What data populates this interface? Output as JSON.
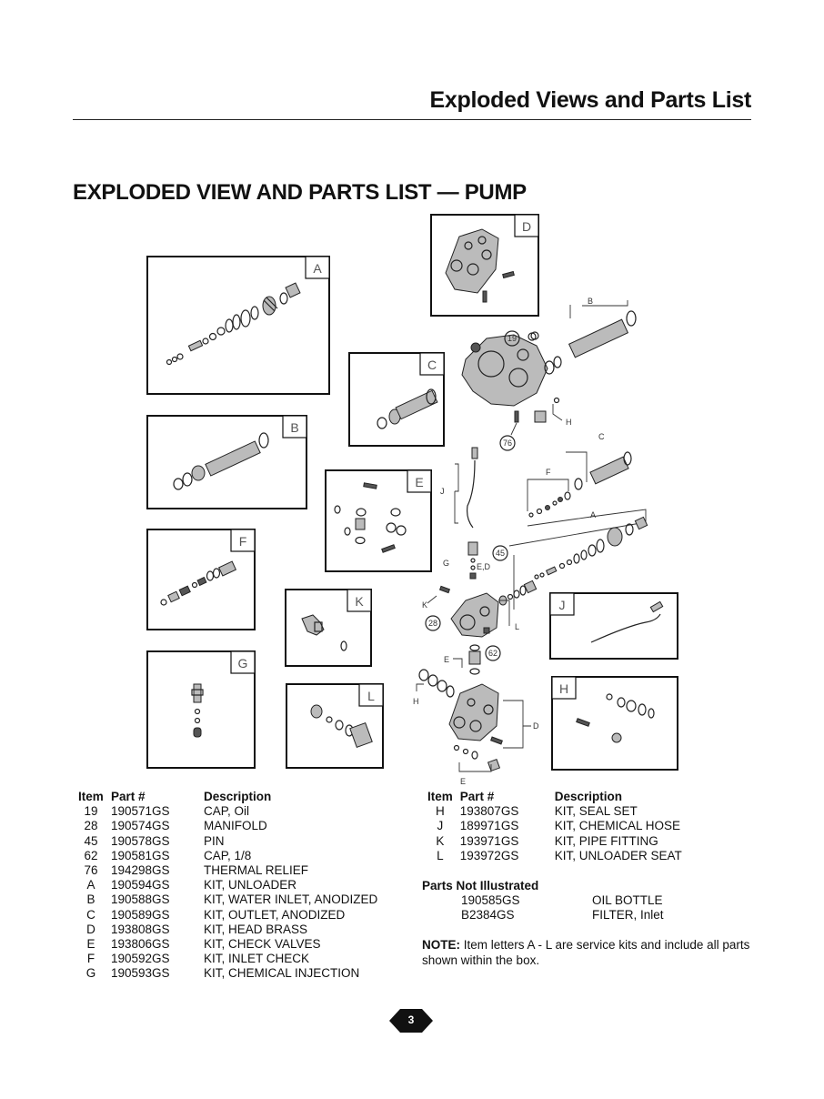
{
  "header": {
    "title": "Exploded Views and Parts List"
  },
  "section_title": "EXPLODED VIEW AND PARTS LIST — PUMP",
  "diagram": {
    "kit_labels": [
      "A",
      "B",
      "C",
      "D",
      "E",
      "F",
      "G",
      "H",
      "J",
      "K",
      "L"
    ],
    "callouts": [
      "19",
      "28",
      "45",
      "62",
      "76"
    ],
    "leader_letters": [
      "A",
      "B",
      "C",
      "D",
      "E",
      "F",
      "G",
      "H",
      "J",
      "K",
      "L",
      "E,D"
    ]
  },
  "parts_table_left": {
    "headers": {
      "item": "Item",
      "part": "Part #",
      "description": "Description"
    },
    "rows": [
      {
        "item": "19",
        "part": "190571GS",
        "description": "CAP, Oil"
      },
      {
        "item": "28",
        "part": "190574GS",
        "description": "MANIFOLD"
      },
      {
        "item": "45",
        "part": "190578GS",
        "description": "PIN"
      },
      {
        "item": "62",
        "part": "190581GS",
        "description": "CAP, 1/8"
      },
      {
        "item": "76",
        "part": "194298GS",
        "description": "THERMAL RELIEF"
      },
      {
        "item": "A",
        "part": "190594GS",
        "description": "KIT, UNLOADER"
      },
      {
        "item": "B",
        "part": "190588GS",
        "description": "KIT, WATER INLET, ANODIZED"
      },
      {
        "item": "C",
        "part": "190589GS",
        "description": "KIT, OUTLET, ANODIZED"
      },
      {
        "item": "D",
        "part": "193808GS",
        "description": "KIT, HEAD BRASS"
      },
      {
        "item": "E",
        "part": "193806GS",
        "description": "KIT, CHECK VALVES"
      },
      {
        "item": "F",
        "part": "190592GS",
        "description": "KIT, INLET CHECK"
      },
      {
        "item": "G",
        "part": "190593GS",
        "description": "KIT, CHEMICAL INJECTION"
      }
    ]
  },
  "parts_table_right": {
    "headers": {
      "item": "Item",
      "part": "Part #",
      "description": "Description"
    },
    "rows": [
      {
        "item": "H",
        "part": "193807GS",
        "description": "KIT, SEAL SET"
      },
      {
        "item": "J",
        "part": "189971GS",
        "description": "KIT, CHEMICAL HOSE"
      },
      {
        "item": "K",
        "part": "193971GS",
        "description": "KIT, PIPE FITTING"
      },
      {
        "item": "L",
        "part": "193972GS",
        "description": "KIT, UNLOADER SEAT"
      }
    ]
  },
  "parts_not_illustrated": {
    "title": "Parts Not Illustrated",
    "rows": [
      {
        "part": "190585GS",
        "description": "OIL BOTTLE"
      },
      {
        "part": "B2384GS",
        "description": "FILTER, Inlet"
      }
    ]
  },
  "note": {
    "label": "NOTE:",
    "text": " Item letters A - L are service kits and include all parts shown within the box."
  },
  "page_number": "3"
}
